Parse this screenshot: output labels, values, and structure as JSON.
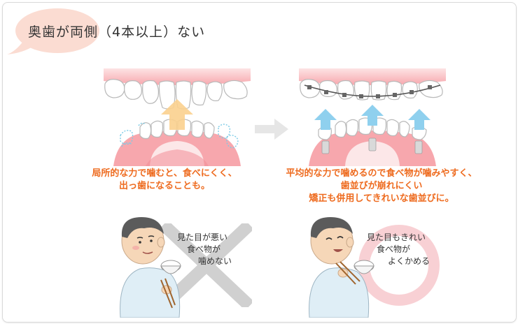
{
  "title": "奥歯が両側（4本以上）ない",
  "before": {
    "caption_line1": "局所的な力で噛むと、食べにくく、",
    "caption_line2": "出っ歯になることも。",
    "note_line1": "見た目が悪い",
    "note_line2": "食べ物が",
    "note_line3": "噛めない"
  },
  "after": {
    "caption_line1": "平均的な力で噛めるので食べ物が噛みやすく、",
    "caption_line2": "歯並びが崩れにくい",
    "caption_line3": "矯正も併用してきれいな歯並びに。",
    "note_line1": "見た目もきれい",
    "note_line2": "食べ物が",
    "note_line3": "よくかめる"
  },
  "colors": {
    "title_bubble": "#fbdcd2",
    "caption": "#ee6b1f",
    "gum": "#f7a7ad",
    "arrow_up_orange": "#fbd08e",
    "arrow_up_blue": "#8fd0ee",
    "cross": "#cccccc",
    "circle": "#f8d0d4"
  }
}
